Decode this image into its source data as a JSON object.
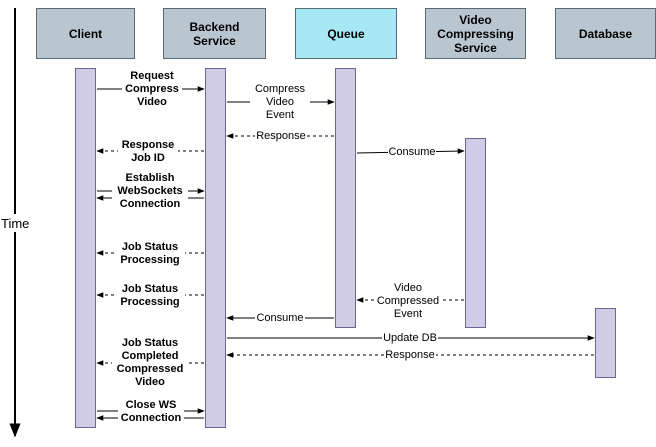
{
  "axis": {
    "label": "Time"
  },
  "participants": [
    {
      "id": "client",
      "lines": [
        "Client"
      ],
      "fill": "#b9c6cf"
    },
    {
      "id": "backend",
      "lines": [
        "Backend",
        "Service"
      ],
      "fill": "#b9c6cf"
    },
    {
      "id": "queue",
      "lines": [
        "Queue"
      ],
      "fill": "#a6e9f5"
    },
    {
      "id": "compress",
      "lines": [
        "Video",
        "Compressing",
        "Service"
      ],
      "fill": "#b9c6cf"
    },
    {
      "id": "database",
      "lines": [
        "Database"
      ],
      "fill": "#b9c6cf"
    }
  ],
  "messages": [
    {
      "id": "m1",
      "from": "client",
      "to": "backend",
      "style": "solid",
      "lines": [
        "Request",
        "Compress",
        "Video"
      ]
    },
    {
      "id": "m2",
      "from": "backend",
      "to": "queue",
      "style": "solid",
      "lines": [
        "Compress",
        "Video",
        "Event"
      ]
    },
    {
      "id": "m3",
      "from": "queue",
      "to": "backend",
      "style": "dashed",
      "lines": [
        "Response"
      ]
    },
    {
      "id": "m4",
      "from": "backend",
      "to": "client",
      "style": "dashed",
      "lines": [
        "Response",
        "Job ID"
      ]
    },
    {
      "id": "m5",
      "from": "queue",
      "to": "compress",
      "style": "solid",
      "lines": [
        "Consume"
      ]
    },
    {
      "id": "m6",
      "from": "client",
      "to": "backend",
      "style": "solid",
      "lines": [
        "Establish",
        "WebSockets",
        "Connection"
      ]
    },
    {
      "id": "m7",
      "from": "backend",
      "to": "client",
      "style": "dashed",
      "lines": [
        "Job Status",
        "Processing"
      ]
    },
    {
      "id": "m8",
      "from": "backend",
      "to": "client",
      "style": "dashed",
      "lines": [
        "Job Status",
        "Processing"
      ]
    },
    {
      "id": "m9",
      "from": "compress",
      "to": "queue",
      "style": "dashed",
      "lines": [
        "Video",
        "Compressed",
        "Event"
      ]
    },
    {
      "id": "m10",
      "from": "queue",
      "to": "backend",
      "style": "solid",
      "lines": [
        "Consume"
      ]
    },
    {
      "id": "m11",
      "from": "backend",
      "to": "database",
      "style": "solid",
      "lines": [
        "Update DB"
      ]
    },
    {
      "id": "m12",
      "from": "database",
      "to": "backend",
      "style": "dashed",
      "lines": [
        "Response"
      ]
    },
    {
      "id": "m13",
      "from": "backend",
      "to": "client",
      "style": "dashed",
      "lines": [
        "Job Status",
        "Completed",
        "Compressed",
        "Video"
      ]
    },
    {
      "id": "m14",
      "from": "client",
      "to": "backend",
      "style": "solid",
      "lines": [
        "Close WS",
        "Connection"
      ]
    }
  ]
}
